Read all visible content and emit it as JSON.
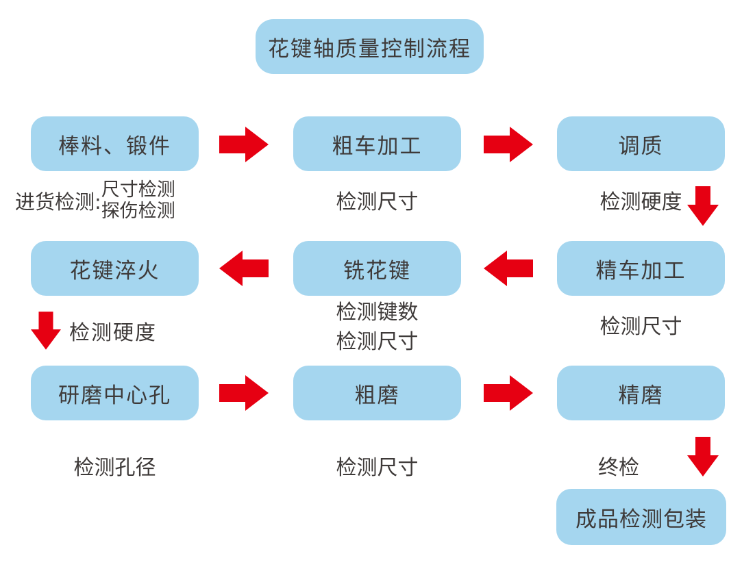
{
  "title": "花键轴质量控制流程",
  "nodes": {
    "bar_stock": "棒料、锻件",
    "rough_turning": "粗车加工",
    "tempering": "调质",
    "spline_quenching": "花键淬火",
    "spline_milling": "铣花键",
    "fine_turning": "精车加工",
    "center_hole_grinding": "研磨中心孔",
    "rough_grinding": "粗磨",
    "fine_grinding": "精磨",
    "finished_packaging": "成品检测包装"
  },
  "captions": {
    "incoming_label": "进货检测:",
    "incoming_line1": "尺寸检测",
    "incoming_line2": "探伤检测",
    "rough_turning_check": "检测尺寸",
    "tempering_check": "检测硬度",
    "quenching_check": "检测硬度",
    "milling_check_line1": "检测键数",
    "milling_check_line2": "检测尺寸",
    "fine_turning_check": "检测尺寸",
    "center_hole_check": "检测孔径",
    "rough_grinding_check": "检测尺寸",
    "final_check": "终检"
  },
  "icons": {
    "arrow_right": "red block arrow pointing right",
    "arrow_left": "red block arrow pointing left",
    "arrow_down": "red block arrow pointing down"
  },
  "colors": {
    "box_fill": "#A5D6EF",
    "arrow_red": "#E60012",
    "text": "#3E3A39",
    "background": "#FFFFFF"
  }
}
